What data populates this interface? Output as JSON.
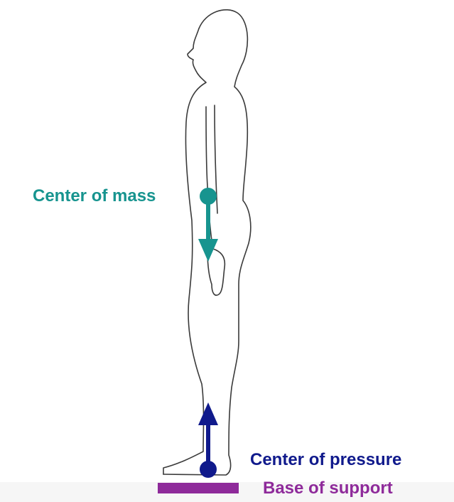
{
  "labels": {
    "center_of_mass": "Center of mass",
    "center_of_pressure": "Center of pressure",
    "base_of_support": "Base of support"
  },
  "colors": {
    "center_of_mass": "#17948f",
    "center_of_pressure": "#101a8c",
    "base_of_support": "#8e2a9a",
    "outline": "#3a3a3a",
    "background": "#ffffff"
  },
  "icons": {
    "figure": "standing-human-side-view",
    "mass_arrow": "arrow-down",
    "pressure_arrow": "arrow-up"
  }
}
